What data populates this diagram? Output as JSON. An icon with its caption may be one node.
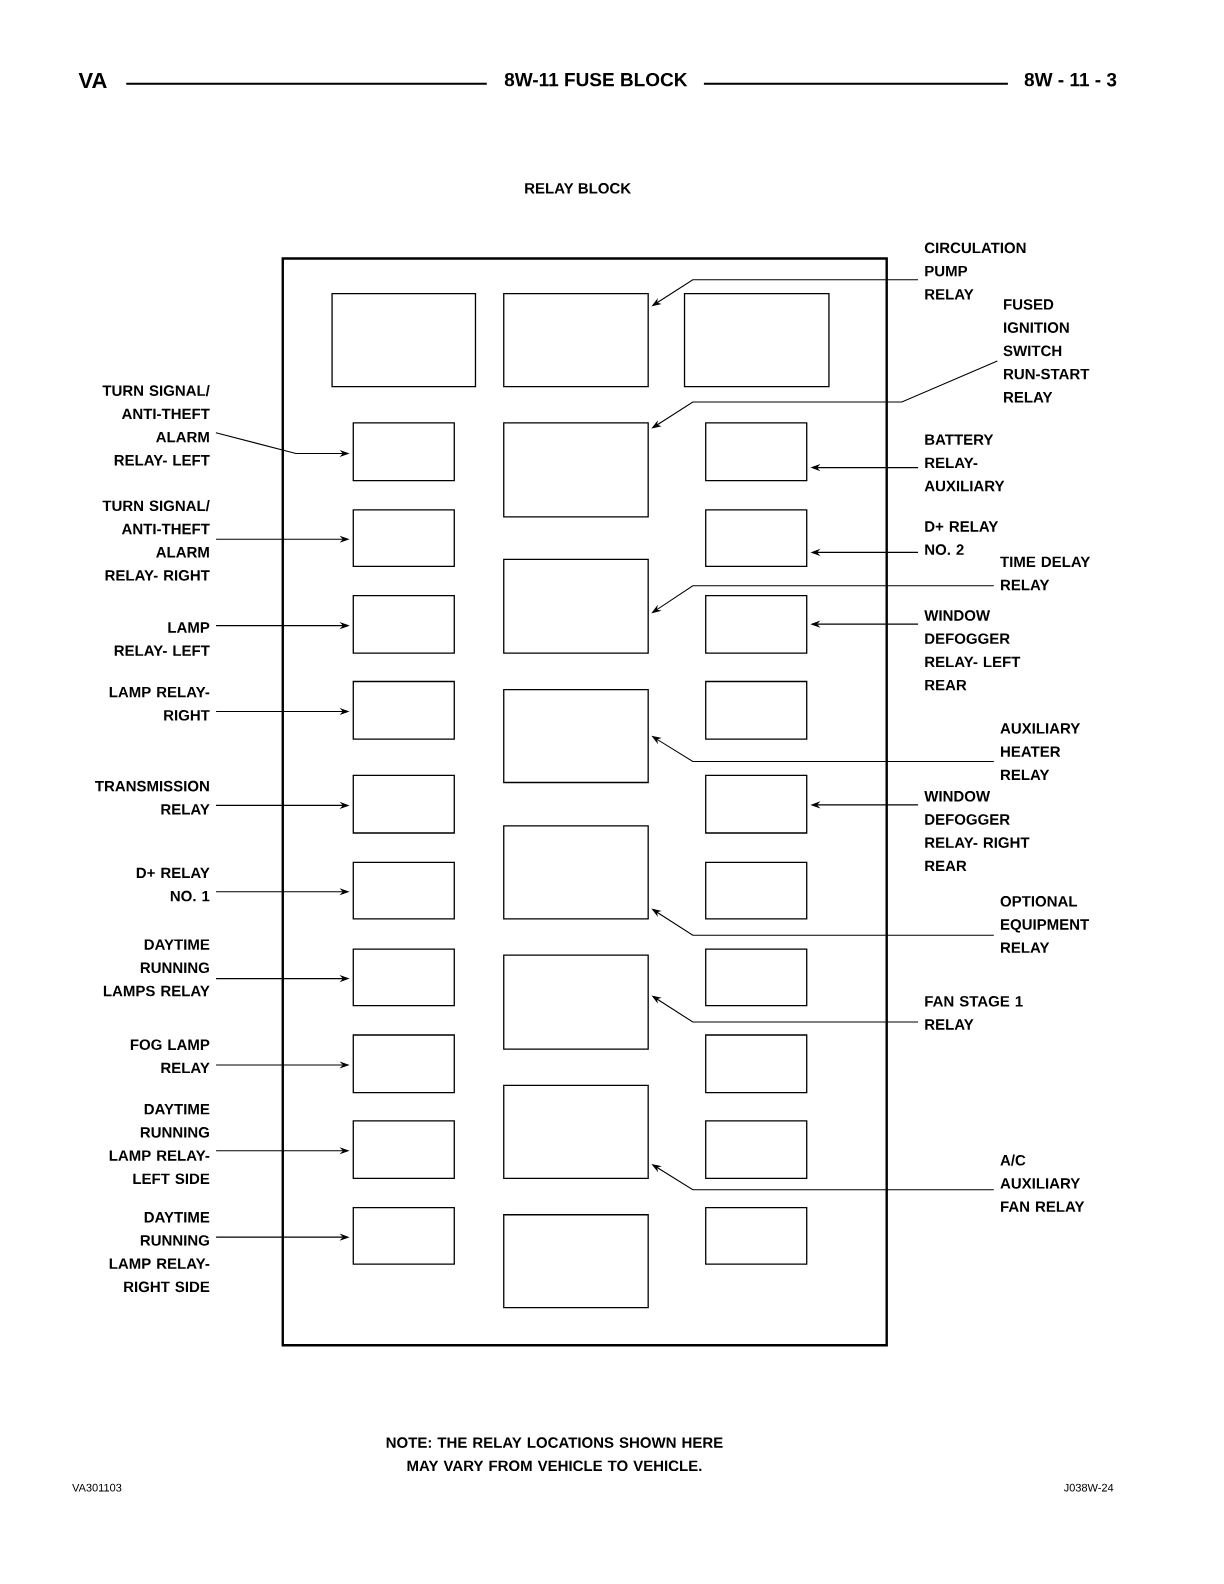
{
  "diagram": {
    "title": "RELAY BLOCK",
    "nodes": [
      {
        "text": [],
        "shape": "box"
      },
      {
        "text": [],
        "shape": "box",
        "in": 0
      },
      {
        "text": [],
        "shape": "box",
        "in": 0
      },
      {
        "text": [],
        "shape": "box",
        "in": 0
      },
      {
        "text": [],
        "shape": "box",
        "in": 0
      },
      {
        "text": [],
        "shape": "box",
        "in": 0
      },
      {
        "text": [],
        "shape": "box",
        "in": 0
      },
      {
        "text": [],
        "shape": "box",
        "in": 0
      },
      {
        "text": [],
        "shape": "box",
        "in": 0
      },
      {
        "text": [],
        "shape": "box",
        "in": 0
      },
      {
        "text": [],
        "shape": "box",
        "in": 0
      },
      {
        "text": [],
        "shape": "box",
        "in": 0
      },
      {
        "text": [],
        "shape": "box",
        "in": 0
      },
      {
        "text": [],
        "shape": "box",
        "in": 0
      },
      {
        "text": [],
        "shape": "box",
        "in": 0
      },
      {
        "text": [],
        "shape": "box",
        "in": 0
      },
      {
        "text": [],
        "shape": "box",
        "in": 0
      },
      {
        "text": [],
        "shape": "box",
        "in": 0
      },
      {
        "text": [],
        "shape": "box",
        "in": 0
      },
      {
        "text": [],
        "shape": "box",
        "in": 0
      },
      {
        "text": [],
        "shape": "box",
        "in": 0
      },
      {
        "text": [],
        "shape": "box",
        "in": 0
      },
      {
        "text": [],
        "shape": "box",
        "in": 0
      },
      {
        "text": [],
        "shape": "box",
        "in": 0
      },
      {
        "text": [],
        "shape": "box",
        "in": 0
      },
      {
        "text": [],
        "shape": "box",
        "in": 0
      },
      {
        "text": [],
        "shape": "box",
        "in": 0
      },
      {
        "text": [],
        "shape": "box",
        "in": 0
      },
      {
        "text": [],
        "shape": "box",
        "in": 0
      },
      {
        "text": [],
        "shape": "box",
        "in": 0
      },
      {
        "text": [],
        "shape": "box",
        "in": 0
      },
      {
        "text": [
          "TURN SIGNAL/ ANTI-THEFT ALARM RELAY- LEFT"
        ]
      },
      {
        "text": [
          "TURN SIGNAL/ ANTI-THEFT ALARM RELAY- RIGHT"
        ]
      },
      {
        "text": [
          "LAMP RELAY- LEFT"
        ]
      },
      {
        "text": [
          "LAMP RELAY- RIGHT"
        ]
      },
      {
        "text": [
          "TRANSMISSION RELAY"
        ]
      },
      {
        "text": [
          "D+ RELAY NO. 1"
        ]
      },
      {
        "text": [
          "DAYTIME RUNNING LAMPS RELAY"
        ]
      },
      {
        "text": [
          "FOG LAMP RELAY"
        ]
      },
      {
        "text": [
          "DAYTIME RUNNING LAMP RELAY- LEFT SIDE"
        ]
      },
      {
        "text": [
          "DAYTIME RUNNING LAMP RELAY- RIGHT SIDE"
        ]
      },
      {
        "text": [
          "CIRCULATION PUMP RELAY"
        ]
      },
      {
        "text": [
          "FUSED IGNITION SWITCH RUN-START RELAY"
        ]
      },
      {
        "text": [
          "BATTERY RELAY- AUXILIARY"
        ]
      },
      {
        "text": [
          "D+ RELAY NO. 2"
        ]
      },
      {
        "text": [
          "TIME DELAY RELAY"
        ]
      },
      {
        "text": [
          "WINDOW DEFOGGER RELAY- LEFT REAR"
        ]
      },
      {
        "text": [
          "AUXILIARY HEATER RELAY"
        ]
      },
      {
        "text": [
          "WINDOW DEFOGGER RELAY- RIGHT REAR"
        ]
      },
      {
        "text": [
          "OPTIONAL EQUIPMENT RELAY"
        ]
      },
      {
        "text": [
          "FAN STAGE 1 RELAY"
        ]
      },
      {
        "text": [
          "A/C AUXILIARY FAN RELAY"
        ]
      }
    ],
    "edges": [
      {
        "from": 31,
        "to": 4,
        "arrow": "to"
      },
      {
        "from": 32,
        "to": 5,
        "arrow": "to"
      },
      {
        "from": 33,
        "to": 6,
        "arrow": "to"
      },
      {
        "from": 34,
        "to": 7,
        "arrow": "to"
      },
      {
        "from": 35,
        "to": 8,
        "arrow": "to"
      },
      {
        "from": 36,
        "to": 9,
        "arrow": "to"
      },
      {
        "from": 37,
        "to": 10,
        "arrow": "to"
      },
      {
        "from": 38,
        "to": 11,
        "arrow": "to"
      },
      {
        "from": 39,
        "to": 12,
        "arrow": "to"
      },
      {
        "from": 40,
        "to": 13,
        "arrow": "to"
      },
      {
        "from": 41,
        "to": 2,
        "arrow": "to"
      },
      {
        "from": 42,
        "to": 14,
        "arrow": "to"
      },
      {
        "from": 43,
        "to": 21,
        "arrow": "to"
      },
      {
        "from": 44,
        "to": 22,
        "arrow": "to"
      },
      {
        "from": 45,
        "to": 15,
        "arrow": "to"
      },
      {
        "from": 46,
        "to": 23,
        "arrow": "to"
      },
      {
        "from": 47,
        "to": 16,
        "arrow": "to"
      },
      {
        "from": 48,
        "to": 25,
        "arrow": "to"
      },
      {
        "from": 49,
        "to": 17,
        "arrow": "to"
      },
      {
        "from": 50,
        "to": 18,
        "arrow": "to"
      },
      {
        "from": 51,
        "to": 19,
        "arrow": "to"
      }
    ],
    "labels": [
      "VA",
      "8W-11 FUSE BLOCK",
      "8W - 11 - 3",
      "NOTE: THE RELAY LOCATIONS SHOWN HERE MAY VARY FROM VEHICLE TO VEHICLE.",
      "VA301103",
      "J038W-24"
    ]
  }
}
